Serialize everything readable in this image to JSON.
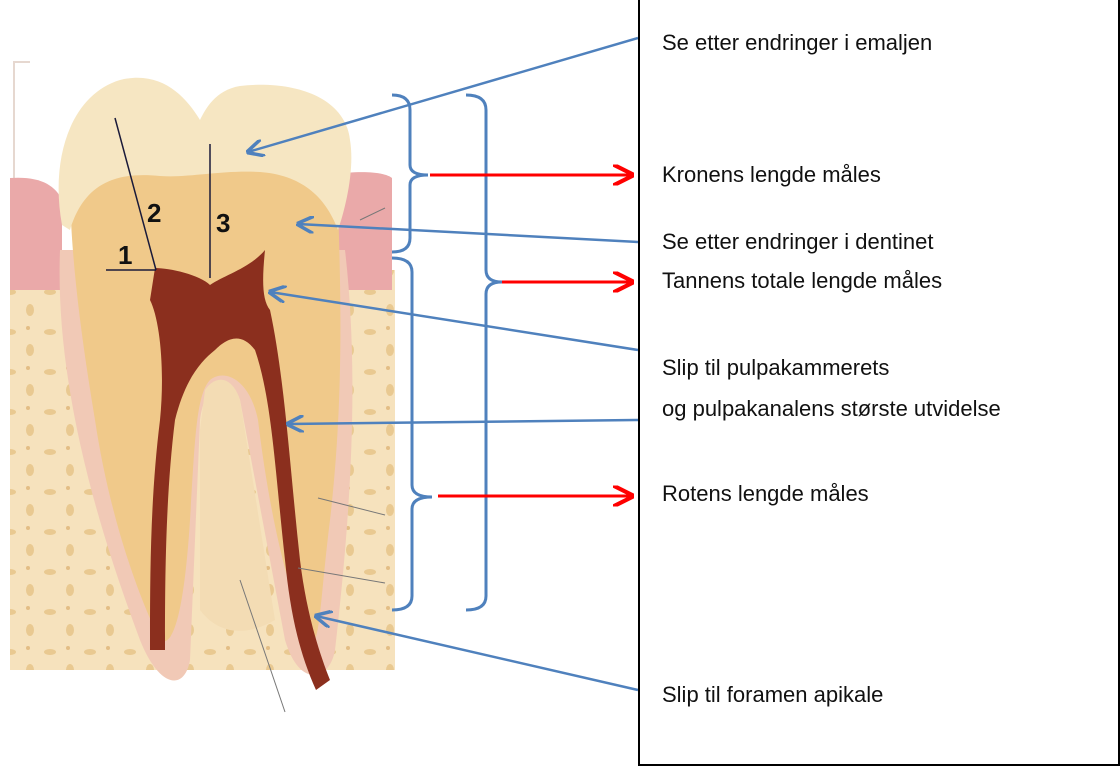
{
  "labels": {
    "enamel": "Se etter endringer i emaljen",
    "crown_length": "Kronens lengde måles",
    "dentin": "Se etter endringer i dentinet",
    "total_length": "Tannens totale lengde måles",
    "pulp_line1": "Slip til pulpakammerets",
    "pulp_line2": "og pulpakanalens største utvidelse",
    "root_length": "Rotens lengde måles",
    "foramen": "Slip til foramen apikale"
  },
  "numbers": {
    "n1": "1",
    "n2": "2",
    "n3": "3"
  },
  "colors": {
    "leader_blue": "#4f81bd",
    "measure_red": "#ff0000",
    "enamel": "#f5e6c4",
    "dentin": "#f0c98a",
    "pulp": "#8b2f1e",
    "gum": "#e9a3a3",
    "bone": "#f3dcb4"
  }
}
